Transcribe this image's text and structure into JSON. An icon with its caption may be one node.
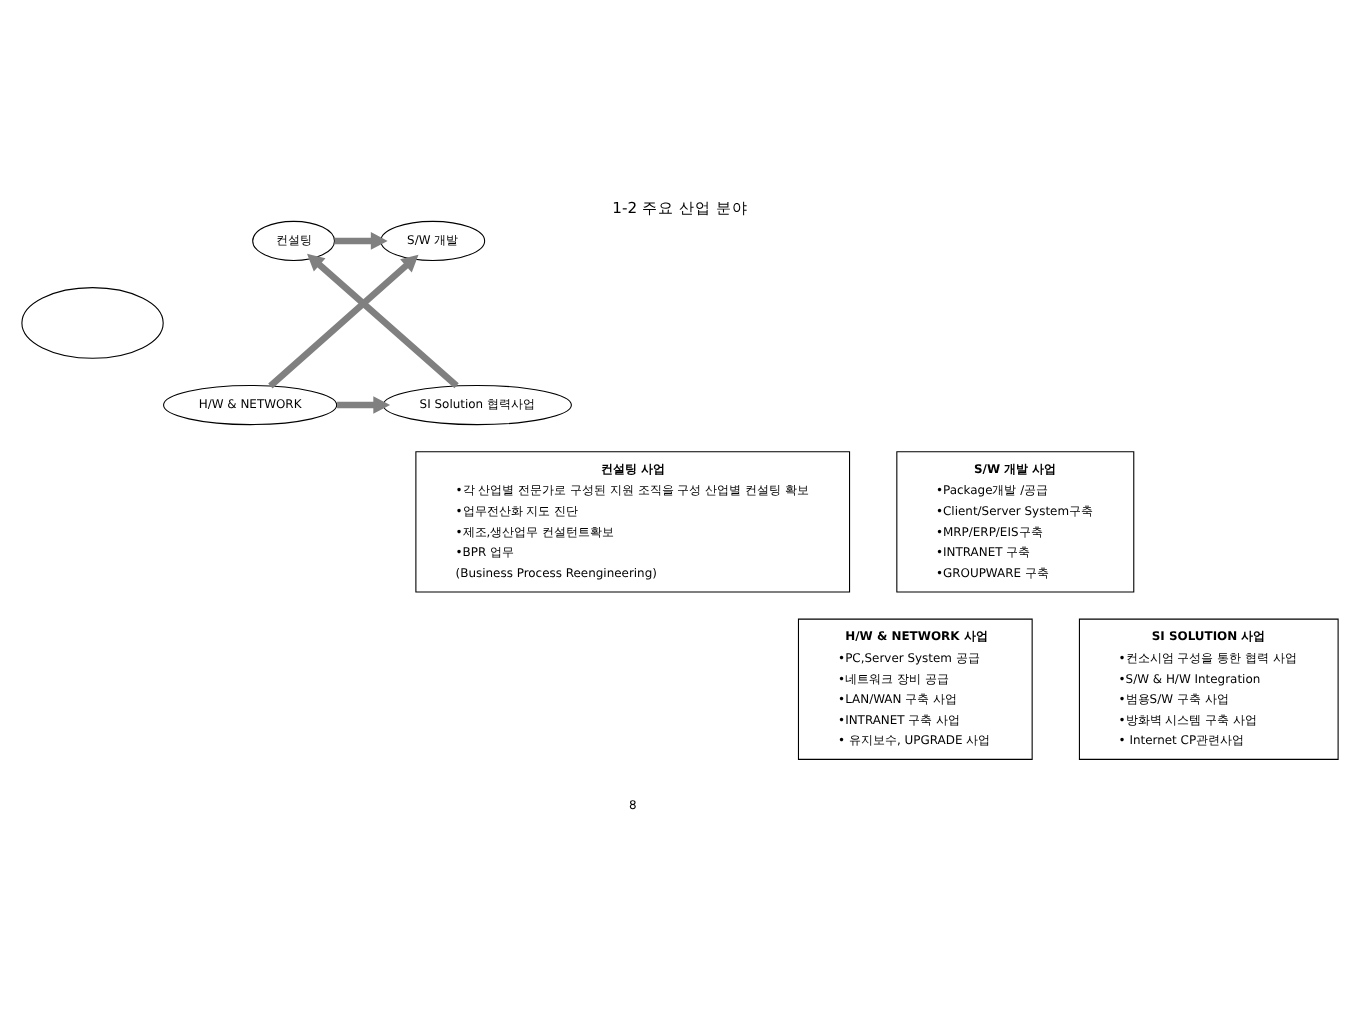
{
  "diagram": {
    "title": "1-2 주요 산업 분야",
    "nodes": [
      {
        "text": [
          "컨설팅"
        ]
      },
      {
        "text": [
          "S/W 개발"
        ]
      },
      {
        "text": [],
        "shape": "ellipse"
      },
      {
        "text": [
          "SI Solution 협력사업"
        ]
      },
      {
        "text": [
          "H/W & NETWORK"
        ]
      },
      {
        "text": [
          "컨설팅 사업",
          "•각 산업별 전문가로 구성된 지원 조직을 구성 산업별 컨설팅 확보",
          "•업무전산화 지도 진단",
          "•제조,생산업무 컨설턴트확보",
          "•BPR 업무",
          "(Business Process Reengineering)"
        ]
      },
      {
        "text": [
          "S/W 개발 사업",
          "•Package개발 /공급",
          "•Client/Server System구축",
          "•MRP/ERP/EIS구축",
          "•INTRANET 구축",
          "•GROUPWARE 구축"
        ]
      },
      {
        "text": [
          "H/W & NETWORK 사업",
          "•PC,Server System 공급",
          "•네트워크 장비 공급",
          "•LAN/WAN 구축 사업",
          "•INTRANET 구축 사업",
          "• 유지보수, UPGRADE 사업"
        ]
      },
      {
        "text": [
          "SI SOLUTION 사업",
          "•컨소시엄 구성을 통한 협력 사업",
          "•S/W & H/W Integration",
          "•범용S/W 구축 사업",
          "•방화벽 시스템 구축 사업",
          "• Internet CP관련사업"
        ]
      }
    ],
    "edges": [
      {
        "from": 0,
        "to": 1,
        "arrow": "to"
      },
      {
        "from": 4,
        "to": 1,
        "arrow": "to"
      },
      {
        "from": 4,
        "to": 3,
        "arrow": "to"
      },
      {
        "from": 3,
        "to": 0,
        "arrow": "to"
      }
    ],
    "labels": [
      "8"
    ]
  }
}
